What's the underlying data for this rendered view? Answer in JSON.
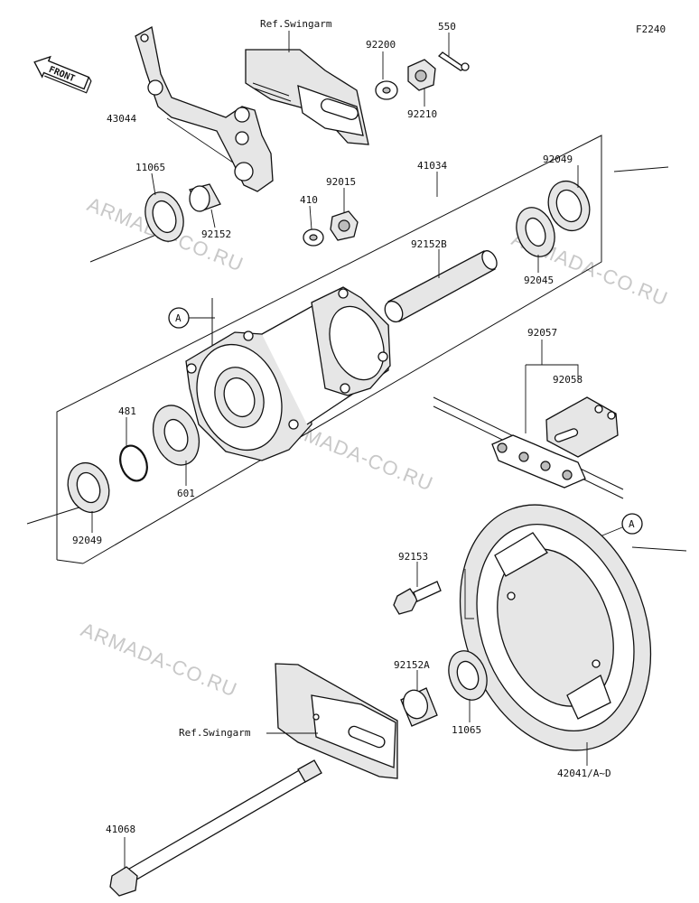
{
  "figure_code": "F2240",
  "front_label": "FRONT",
  "callout_letter": "A",
  "watermark": "ARMADA-CO.RU",
  "refs": {
    "swingarm_top": "Ref.Swingarm",
    "swingarm_bottom": "Ref.Swingarm"
  },
  "parts": {
    "p43044": "43044",
    "p550": "550",
    "p92200": "92200",
    "p92210": "92210",
    "p11065_top": "11065",
    "p92152": "92152",
    "p410": "410",
    "p92015": "92015",
    "p41034": "41034",
    "p92049_top": "92049",
    "p92152B": "92152B",
    "p92045": "92045",
    "p92057": "92057",
    "p92058": "92058",
    "p481": "481",
    "p601": "601",
    "p92049_bottom": "92049",
    "p92153": "92153",
    "p92152A": "92152A",
    "p11065_bottom": "11065",
    "p42041": "42041/A~D",
    "p41068": "41068"
  }
}
